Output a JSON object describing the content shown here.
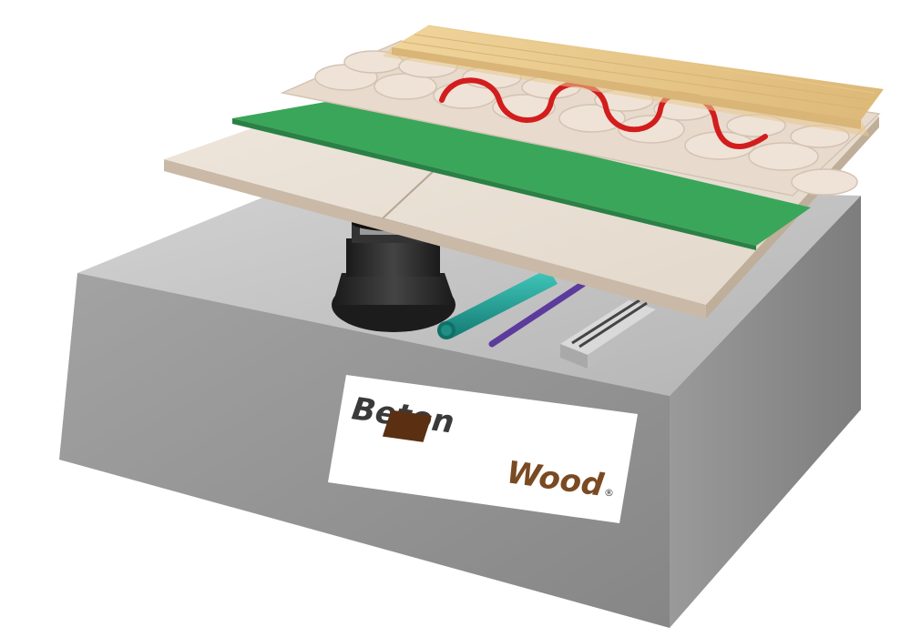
{
  "logo": {
    "word1": "Beton",
    "word2": "Wood",
    "mark": "®"
  },
  "colors": {
    "concrete_top": "#c4c4c4",
    "concrete_side": "#8f8f8f",
    "panel": "#ece3d9",
    "felt_green": "#3aa65a",
    "wood": "#e8c98e",
    "heating_pipe": "#d31d1d",
    "pipe_teal": "#21a39a",
    "cable_purple": "#5b3b9c",
    "pedestal": "#262626",
    "logo_brown": "#6b3a1a",
    "logo_dark": "#3a3a3a"
  },
  "components": [
    "concrete-slab",
    "adjustable-pedestal",
    "teal-conduit-pipe",
    "purple-cable",
    "metal-cable-tray",
    "fibre-gypsum-board",
    "green-felt-layer",
    "insulation-discs",
    "underfloor-heating-pipe",
    "wood-flooring"
  ]
}
